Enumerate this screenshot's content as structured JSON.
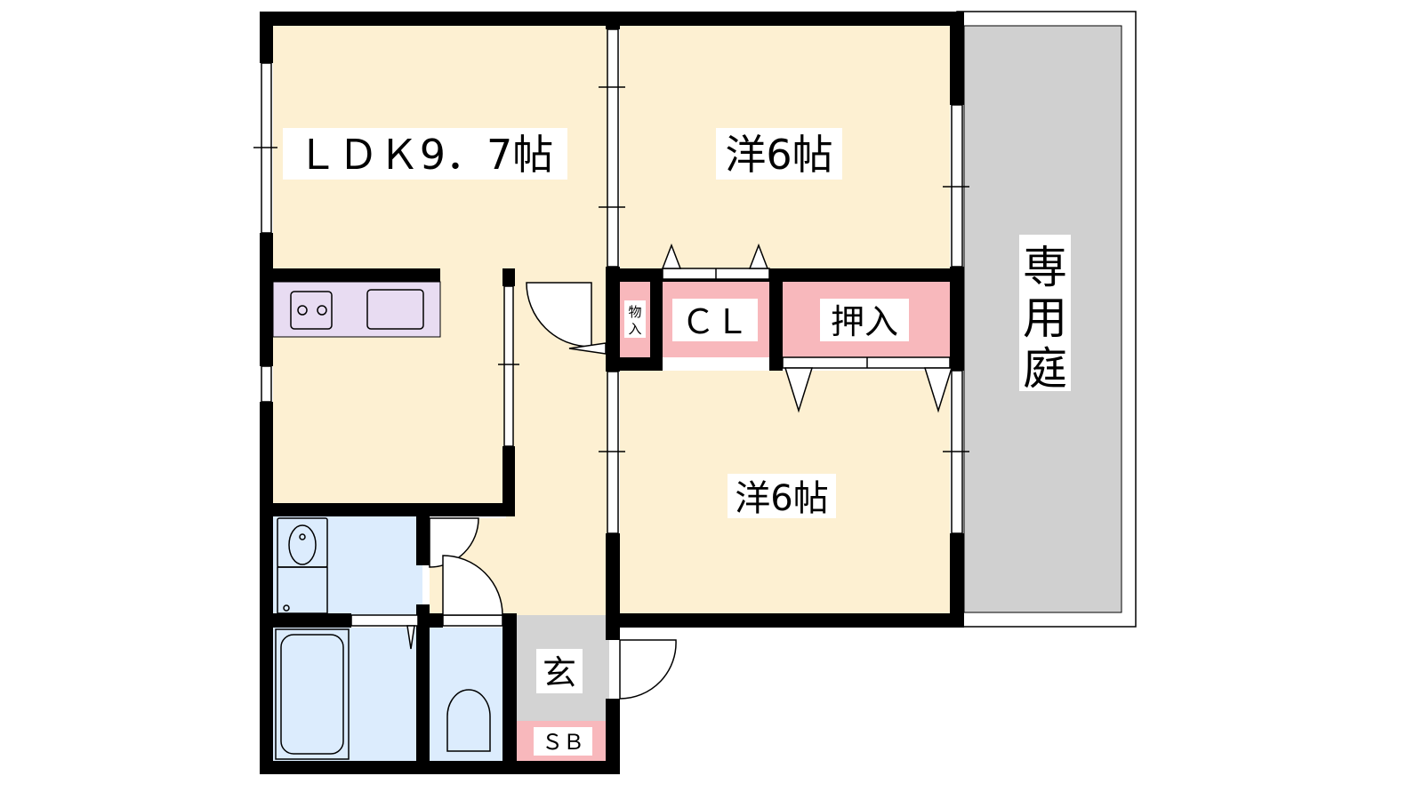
{
  "rooms": {
    "ldk": "ＬＤＫ9．7帖",
    "western_top": "洋6帖",
    "western_bottom": "洋6帖",
    "closet": "ＣＬ",
    "oshiire": "押入",
    "monoire_top": "物",
    "monoire_bottom": "入",
    "genkan": "玄",
    "shoe_box": "ＳＢ",
    "garden_1": "専",
    "garden_2": "用",
    "garden_3": "庭"
  },
  "colors": {
    "wall": "#000000",
    "living_floor": "#fdf0d2",
    "wet_area": "#dcecfd",
    "kitchen_counter": "#e8dcf2",
    "storage": "#f8b8bc",
    "genkan": "#d3d3d3",
    "garden": "#d0d0d0"
  }
}
